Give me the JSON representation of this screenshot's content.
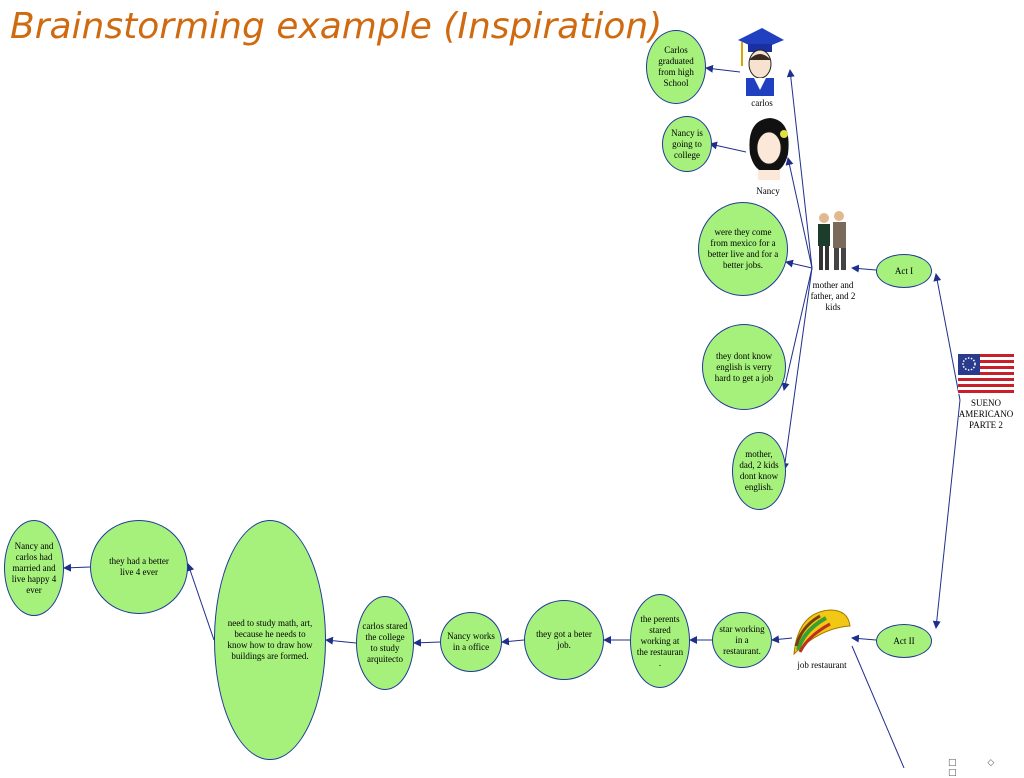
{
  "title": "Brainstorming example (Inspiration)",
  "colors": {
    "node_fill": "#a6f07c",
    "node_border": "#1f3a9a",
    "title": "#d06a10",
    "link": "#1f2f8c"
  },
  "pictures": {
    "carlos": {
      "icon": "graduate-icon",
      "label": "carlos"
    },
    "nancy": {
      "icon": "girl-portrait-icon",
      "label": "Nancy"
    },
    "family": {
      "icon": "family-couple-icon",
      "label": "mother and father, and 2 kids"
    },
    "flag": {
      "icon": "us-flag-icon",
      "label": "SUENO AMERICANO PARTE 2"
    },
    "taco": {
      "icon": "taco-icon",
      "label": "job restaurant"
    }
  },
  "nodes": {
    "carlos_graduated": "Carlos graduated from high School",
    "nancy_college": "Nancy is going to college",
    "came_from_mexico": "were they come from mexico for a better live and for a better jobs.",
    "dont_know_english": "they dont know english is verry hard to get a job",
    "family_no_english": "mother, dad, 2 kids dont know english.",
    "act1": "Act I",
    "act2": "Act II",
    "star_working": "star working in a restaurant.",
    "parents_working": "the perents stared working at the restauran .",
    "got_better_job": "they got a beter job.",
    "nancy_office": "Nancy works in a office",
    "carlos_college": "carlos stared the college to study arquitecto",
    "study_math": "need to study math, art, because he needs to know how to draw how buildings are formed.",
    "better_live": "they had a better live 4 ever",
    "married": "Nancy and carlos had married and live happy 4 ever"
  },
  "footer_marks": "□ ◇ □"
}
